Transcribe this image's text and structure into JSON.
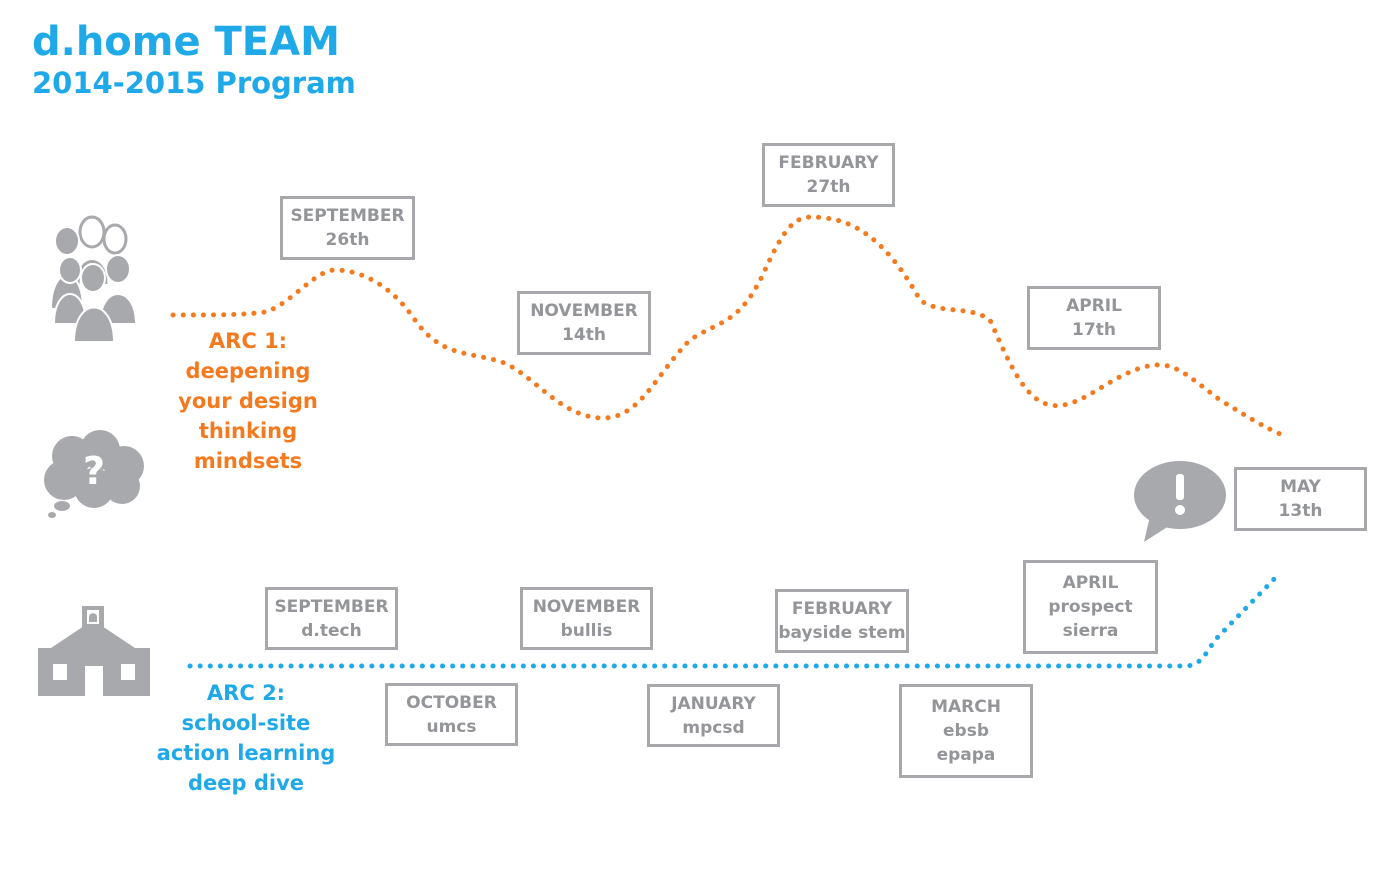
{
  "header": {
    "title": "d.home TEAM",
    "subtitle": "2014-2015 Program"
  },
  "colors": {
    "title": "#1fa9e8",
    "arc1": "#f47a20",
    "arc2": "#1fa9e8",
    "box_border": "#a6a8ab",
    "box_text": "#939598",
    "icon": "#a7a9ac"
  },
  "arc1": {
    "label": [
      "ARC 1:",
      "deepening",
      "your design",
      "thinking",
      "mindsets"
    ],
    "sessions": [
      {
        "line1": "SEPTEMBER",
        "line2": "26th"
      },
      {
        "line1": "NOVEMBER",
        "line2": "14th"
      },
      {
        "line1": "FEBRUARY",
        "line2": "27th"
      },
      {
        "line1": "APRIL",
        "line2": "17th"
      },
      {
        "line1": "MAY",
        "line2": "13th"
      }
    ]
  },
  "arc2": {
    "label": [
      "ARC 2:",
      "school-site",
      "action learning",
      "deep dive"
    ],
    "sessions": [
      {
        "month": "SEPTEMBER",
        "sites": [
          "d.tech"
        ]
      },
      {
        "month": "OCTOBER",
        "sites": [
          "umcs"
        ]
      },
      {
        "month": "NOVEMBER",
        "sites": [
          "bullis"
        ]
      },
      {
        "month": "JANUARY",
        "sites": [
          "mpcsd"
        ]
      },
      {
        "month": "FEBRUARY",
        "sites": [
          "bayside stem"
        ]
      },
      {
        "month": "MARCH",
        "sites": [
          "ebsb",
          "epapa"
        ]
      },
      {
        "month": "APRIL",
        "sites": [
          "prospect",
          "sierra"
        ]
      }
    ]
  },
  "icons": {
    "people": "people-group-icon",
    "thought": "question-thought-bubble-icon",
    "speech": "exclamation-speech-bubble-icon",
    "school": "schoolhouse-icon"
  }
}
